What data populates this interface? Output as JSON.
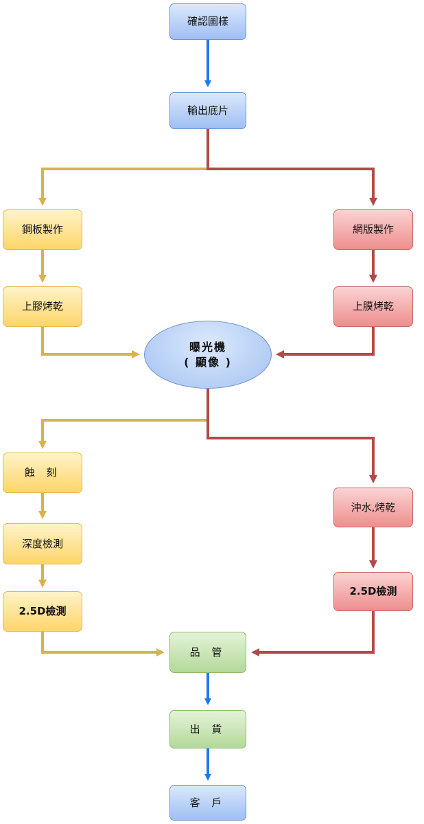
{
  "nodes": {
    "confirm_drawing": "確認圖樣",
    "output_film": "輸出底片",
    "steel_plate": "鋼板製作",
    "glue_bake": "上膠烤乾",
    "screen_plate": "網版製作",
    "film_bake": "上膜烤乾",
    "exposure": "曝光機\n( 顯像 )",
    "etching": "蝕 刻",
    "depth_check": "深度檢測",
    "check_25d_left": "2.5D檢測",
    "rinse_bake": "沖水,烤乾",
    "check_25d_right": "2.5D檢測",
    "quality_control": "品 管",
    "shipping": "出 貨",
    "customer": "客 戶"
  },
  "colors": {
    "blue_arrow": "#1e78f0",
    "gold_line": "#d8b24f",
    "red_line": "#b34a48",
    "blue_fill": "#9fbff3",
    "yellow_fill": "#fdd56a",
    "red_fill": "#ee8e8e",
    "green_fill": "#b3d99a"
  }
}
